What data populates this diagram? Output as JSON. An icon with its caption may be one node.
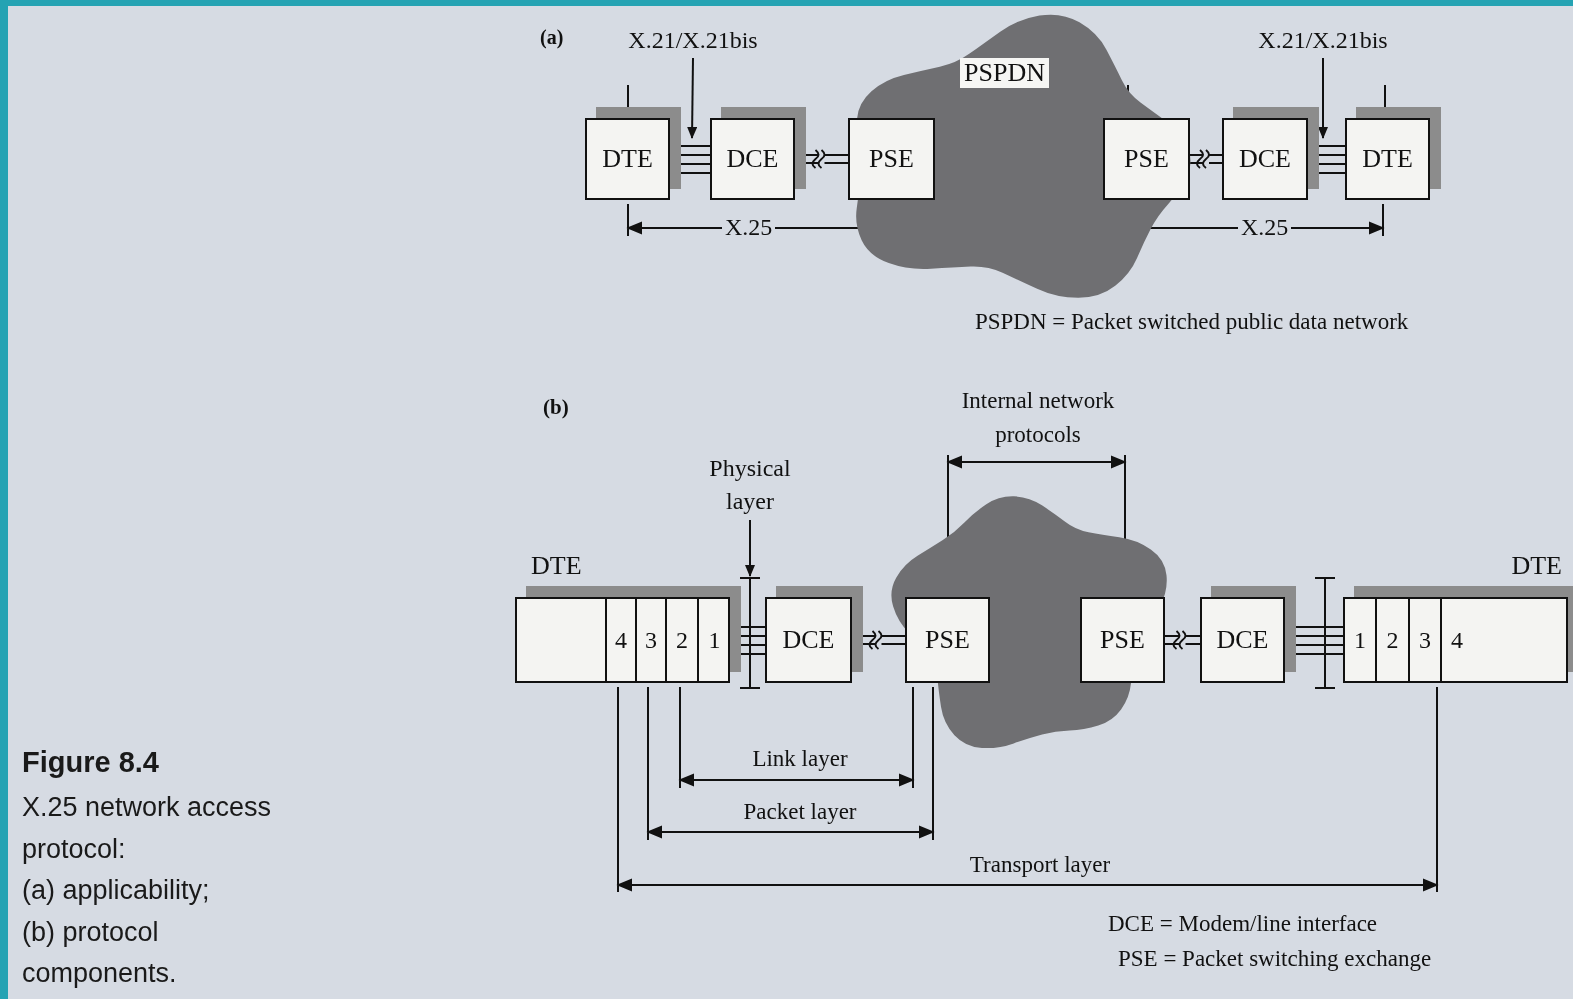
{
  "diagram": {
    "title": "Figure 8.4",
    "caption": "X.25 network access protocol: (a) applicability; (b) protocol components.",
    "nodes": [
      {
        "text": [
          "X.21/X.21bis"
        ]
      },
      {
        "text": [
          "X.21/X.21bis"
        ]
      },
      {
        "text": [
          "PSPDN"
        ]
      },
      {
        "text": [
          "DTE"
        ]
      },
      {
        "text": [
          "DCE"
        ]
      },
      {
        "text": [
          "PSE"
        ],
        "in": 2
      },
      {
        "text": [
          "PSE"
        ],
        "in": 2
      },
      {
        "text": [
          "DCE"
        ]
      },
      {
        "text": [
          "DTE"
        ]
      },
      {
        "text": [
          "Physical layer"
        ]
      },
      {
        "text": [],
        "shape": "cloud"
      },
      {
        "text": [
          "DTE"
        ]
      },
      {
        "text": [
          "4"
        ],
        "in": 11
      },
      {
        "text": [
          "3"
        ],
        "in": 11
      },
      {
        "text": [
          "2"
        ],
        "in": 11
      },
      {
        "text": [
          "1"
        ],
        "in": 11
      },
      {
        "text": [
          "DCE"
        ]
      },
      {
        "text": [
          "PSE"
        ],
        "in": 10
      },
      {
        "text": [
          "PSE"
        ],
        "in": 10
      },
      {
        "text": [
          "DCE"
        ]
      },
      {
        "text": [
          "DTE"
        ]
      },
      {
        "text": [
          "1"
        ],
        "in": 20
      },
      {
        "text": [
          "2"
        ],
        "in": 20
      },
      {
        "text": [
          "3"
        ],
        "in": 20
      },
      {
        "text": [
          "4"
        ],
        "in": 20
      },
      {
        "text": [],
        "shape": "bar"
      },
      {
        "text": [],
        "shape": "bar"
      }
    ],
    "edges": [
      {
        "from": 3,
        "to": 4,
        "arrow": "none"
      },
      {
        "from": 4,
        "to": 5,
        "arrow": "none"
      },
      {
        "from": 6,
        "to": 7,
        "arrow": "none"
      },
      {
        "from": 7,
        "to": 8,
        "arrow": "none"
      },
      {
        "from": 0,
        "to": 3,
        "arrow": "to"
      },
      {
        "from": 1,
        "to": 8,
        "arrow": "to"
      },
      {
        "from": 9,
        "to": 25,
        "arrow": "to"
      },
      {
        "from": 15,
        "to": 25,
        "arrow": "none"
      },
      {
        "from": 16,
        "to": 17,
        "arrow": "none"
      },
      {
        "from": 18,
        "to": 19,
        "arrow": "none"
      },
      {
        "from": 19,
        "to": 26,
        "arrow": "none"
      },
      {
        "from": 25,
        "to": 16,
        "arrow": "none"
      },
      {
        "from": 26,
        "to": 21,
        "arrow": "none"
      }
    ],
    "labels": [
      "(a)",
      "X.25",
      "X.25",
      "PSPDN = Packet switched public data network",
      "(b)",
      "Internal network protocols",
      "Link layer",
      "Packet layer",
      "Transport layer",
      "DCE = Modem/line interface",
      "PSE = Packet switching exchange"
    ]
  }
}
